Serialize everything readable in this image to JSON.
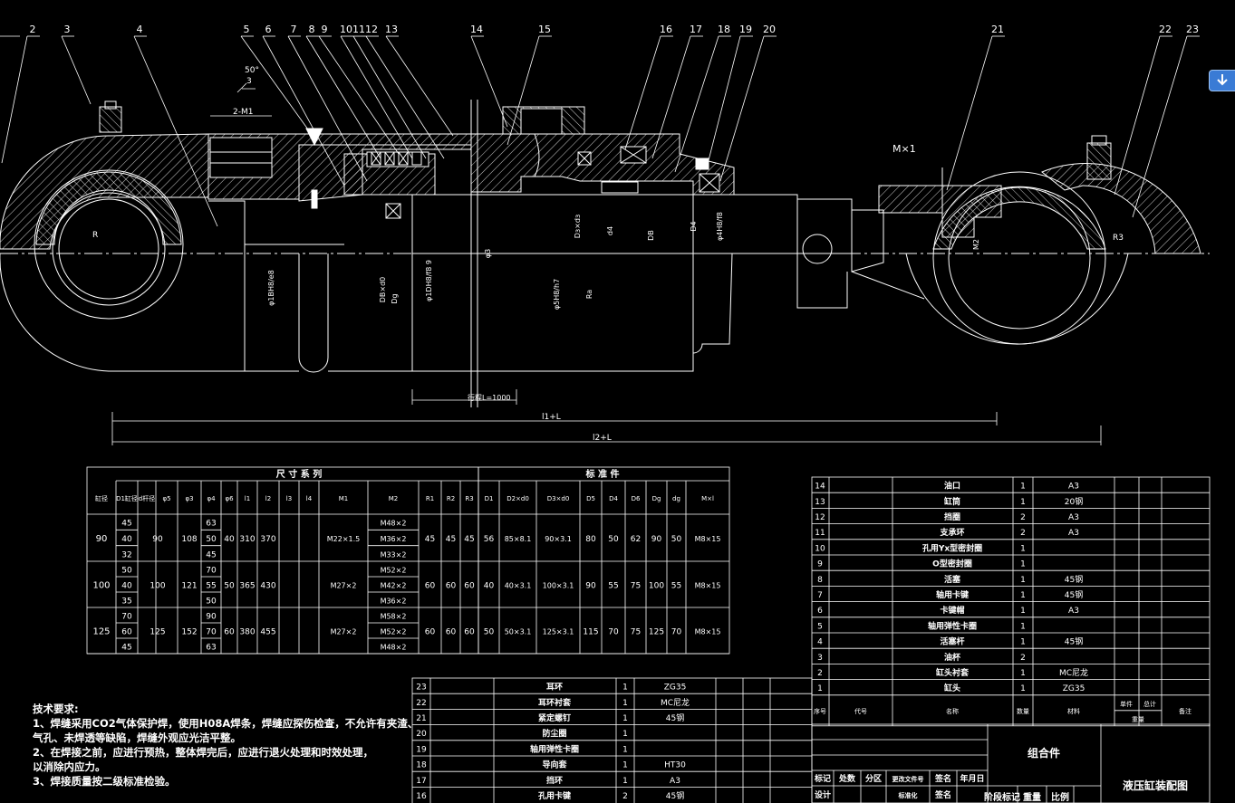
{
  "callouts": [
    "2",
    "3",
    "4",
    "5",
    "6",
    "7",
    "8",
    "9",
    "10",
    "11",
    "12",
    "13",
    "14",
    "15",
    "16",
    "17",
    "18",
    "19",
    "20",
    "21",
    "22",
    "23"
  ],
  "dims": {
    "weld_angle": "50°",
    "weld_gap": "3",
    "port_thread": "2-M1",
    "mx1": "M×1",
    "stroke_label": "行程L=1000",
    "l1": "l1+L",
    "l2": "l2+L",
    "r_left": "R",
    "r_right": "R3",
    "v_labels": [
      "φ1BH8/e8",
      "φ3",
      "DB×d0",
      "Dg",
      "φ1DH8/f8 9",
      "Dз×dз",
      "d4",
      "DB",
      "D4",
      "φ4H8/f8",
      "φ5H8/h7",
      "Ra",
      "M2"
    ]
  },
  "size_table": {
    "group_left": "尺 寸 系 列",
    "group_right": "标 准 件",
    "headers": [
      "缸径",
      "D1缸径",
      "d杆径",
      "φ5",
      "φ3",
      "φ4",
      "φ6",
      "l1",
      "l2",
      "l3",
      "l4",
      "M1",
      "M2",
      "R1",
      "R2",
      "R3",
      "D1",
      "D2×d0",
      "D3×d0",
      "D5",
      "D4",
      "D6",
      "Dg",
      "dg",
      "M×l"
    ],
    "rows": [
      {
        "bore": "90",
        "rods": [
          "45",
          "40",
          "32"
        ],
        "c3": "90",
        "c4": "108",
        "c5": [
          "63",
          "50",
          "45"
        ],
        "c6": "40",
        "l1": "310",
        "l2": "370",
        "m1": "M22×1.5",
        "m2": [
          "M48×2",
          "M36×2",
          "M33×2"
        ],
        "r1": "45",
        "r2": "45",
        "r3": "45",
        "d1": "56",
        "d2": "85×8.1",
        "d3": "90×3.1",
        "d5": "80",
        "d4": "50",
        "d6": "62",
        "dg": "90",
        "dg2": "50",
        "ml": "M8×15"
      },
      {
        "bore": "100",
        "rods": [
          "50",
          "40",
          "35"
        ],
        "c3": "100",
        "c4": "121",
        "c5": [
          "70",
          "55",
          "50"
        ],
        "c6": "50",
        "l1": "365",
        "l2": "430",
        "m1": "M27×2",
        "m2": [
          "M52×2",
          "M42×2",
          "M36×2"
        ],
        "r1": "60",
        "r2": "60",
        "r3": "60",
        "d1": "40",
        "d2": "40×3.1",
        "d3": "100×3.1",
        "d5": "90",
        "d4": "55",
        "d6": "75",
        "dg": "100",
        "dg2": "55",
        "ml": "M8×15"
      },
      {
        "bore": "125",
        "rods": [
          "70",
          "60",
          "45"
        ],
        "c3": "125",
        "c4": "152",
        "c5": [
          "90",
          "70",
          "63"
        ],
        "c6": "60",
        "l1": "380",
        "l2": "455",
        "m1": "M27×2",
        "m2": [
          "M58×2",
          "M52×2",
          "M48×2"
        ],
        "r1": "60",
        "r2": "60",
        "r3": "60",
        "d1": "50",
        "d2": "50×3.1",
        "d3": "125×3.1",
        "d5": "115",
        "d4": "70",
        "d6": "75",
        "dg": "125",
        "dg2": "70",
        "ml": "M8×15"
      }
    ]
  },
  "bom_right": [
    {
      "no": "14",
      "name": "油口",
      "qty": "1",
      "mat": "A3"
    },
    {
      "no": "13",
      "name": "缸筒",
      "qty": "1",
      "mat": "20钢"
    },
    {
      "no": "12",
      "name": "挡圈",
      "qty": "2",
      "mat": "A3"
    },
    {
      "no": "11",
      "name": "支承环",
      "qty": "2",
      "mat": "A3"
    },
    {
      "no": "10",
      "name": "孔用Yx型密封圈",
      "qty": "1",
      "mat": ""
    },
    {
      "no": "9",
      "name": "O型密封圈",
      "qty": "1",
      "mat": ""
    },
    {
      "no": "8",
      "name": "活塞",
      "qty": "1",
      "mat": "45钢"
    },
    {
      "no": "7",
      "name": "轴用卡键",
      "qty": "1",
      "mat": "45钢"
    },
    {
      "no": "6",
      "name": "卡键帽",
      "qty": "1",
      "mat": "A3"
    },
    {
      "no": "5",
      "name": "轴用弹性卡圈",
      "qty": "1",
      "mat": ""
    },
    {
      "no": "4",
      "name": "活塞杆",
      "qty": "1",
      "mat": "45钢"
    },
    {
      "no": "3",
      "name": "油杯",
      "qty": "2",
      "mat": ""
    },
    {
      "no": "2",
      "name": "缸头衬套",
      "qty": "1",
      "mat": "MC尼龙"
    },
    {
      "no": "1",
      "name": "缸头",
      "qty": "1",
      "mat": "ZG35"
    }
  ],
  "bom_right_header": {
    "no": "序号",
    "code": "代号",
    "name": "名称",
    "qty": "数量",
    "mat": "材料",
    "unit": "单件",
    "total": "总计",
    "weight": "重量",
    "note": "备注"
  },
  "bom_left": [
    {
      "no": "23",
      "name": "耳环",
      "qty": "1",
      "mat": "ZG35"
    },
    {
      "no": "22",
      "name": "耳环衬套",
      "qty": "1",
      "mat": "MC尼龙"
    },
    {
      "no": "21",
      "name": "紧定螺钉",
      "qty": "1",
      "mat": "45钢"
    },
    {
      "no": "20",
      "name": "防尘圈",
      "qty": "1",
      "mat": ""
    },
    {
      "no": "19",
      "name": "轴用弹性卡圈",
      "qty": "1",
      "mat": ""
    },
    {
      "no": "18",
      "name": "导向套",
      "qty": "1",
      "mat": "HT30"
    },
    {
      "no": "17",
      "name": "挡环",
      "qty": "1",
      "mat": "A3"
    },
    {
      "no": "16",
      "name": "孔用卡键",
      "qty": "2",
      "mat": "45钢"
    }
  ],
  "title_block": {
    "combo": "组合件",
    "title": "液压缸装配图",
    "row1": [
      "标记",
      "处数",
      "分区",
      "更改文件号",
      "签名",
      "年月日"
    ],
    "row2": [
      "设计",
      "",
      "",
      "标准化",
      "签名"
    ],
    "stage": [
      "阶段标记",
      "重量",
      "比例"
    ]
  },
  "tech_req": {
    "title": "技术要求:",
    "lines": [
      "1、焊缝采用CO2气体保护焊，使用H08A焊条，焊缝应探伤检查，不允许有夹渣、",
      "   气孔、未焊透等缺陷，焊缝外观应光洁平整。",
      "2、在焊接之前，应进行预热，整体焊完后，应进行退火处理和时效处理，",
      "   以消除内应力。",
      "3、焊接质量按二级标准检验。"
    ]
  },
  "colors": {
    "bg": "#000000",
    "line": "#ffffff",
    "accent": "#3a7bd5"
  }
}
